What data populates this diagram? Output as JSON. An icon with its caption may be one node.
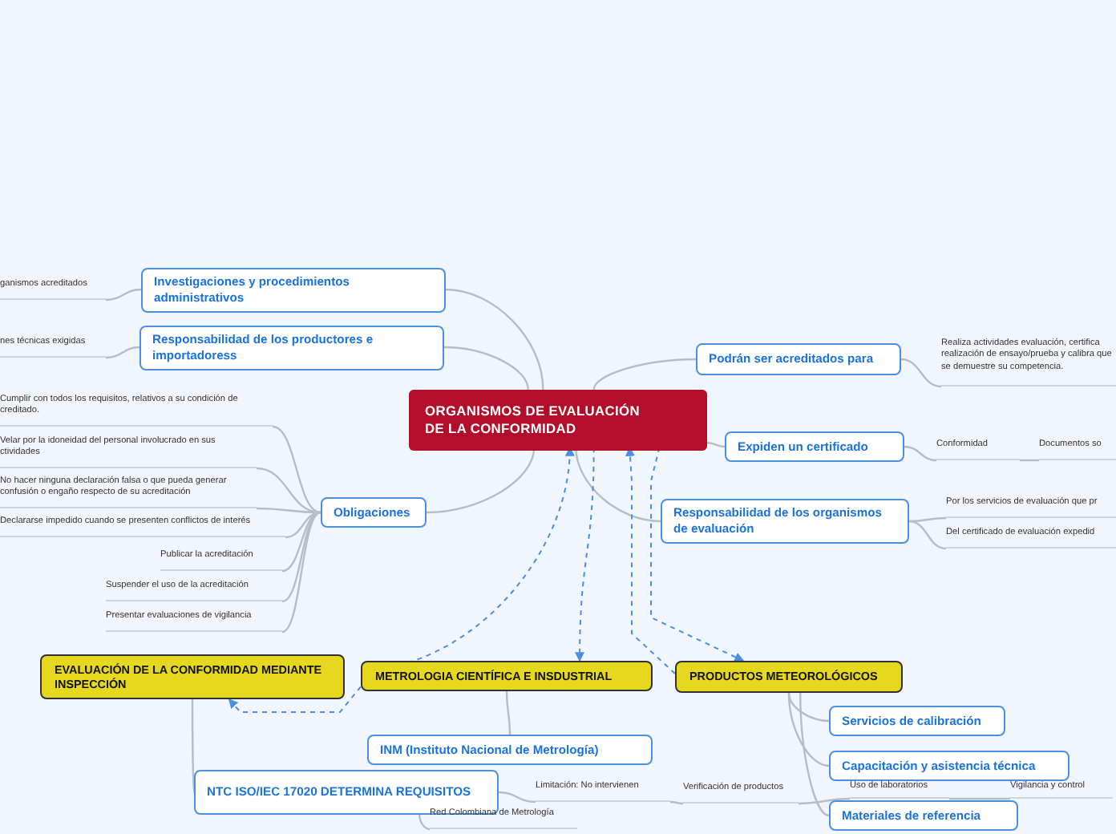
{
  "diagram": {
    "nodes": [
      {
        "text": [
          "ORGANISMOS DE EVALUACIÓN DE LA CONFORMIDAD"
        ]
      },
      {
        "text": [
          "Investigaciones y procedimientos administrativos"
        ]
      },
      {
        "text": [
          "ganismos acreditados"
        ]
      },
      {
        "text": [
          "Responsabilidad de los productores e importadoress"
        ]
      },
      {
        "text": [
          "nes técnicas exigidas"
        ]
      },
      {
        "text": [
          "Obligaciones"
        ]
      },
      {
        "text": [
          "Cumplir con todos los requisitos, relativos a su condición de creditado."
        ]
      },
      {
        "text": [
          "Velar por la idoneidad del personal involucrado en sus ctividades"
        ]
      },
      {
        "text": [
          "No hacer ninguna declaración falsa o que pueda generar confusión o engaño respecto de su acreditación"
        ]
      },
      {
        "text": [
          "Declararse impedido cuando se presenten conflictos de interés"
        ]
      },
      {
        "text": [
          "Publicar la acreditación"
        ]
      },
      {
        "text": [
          "Suspender el uso de la acreditación"
        ]
      },
      {
        "text": [
          "Presentar evaluaciones de vigilancia"
        ]
      },
      {
        "text": [
          "Podrán ser acreditados para"
        ]
      },
      {
        "text": [
          "Realiza actividades evaluación, certifica realización de ensayo/prueba y calibra que se demuestre su competencia."
        ]
      },
      {
        "text": [
          "Expiden un certificado"
        ]
      },
      {
        "text": [
          "Conformidad"
        ]
      },
      {
        "text": [
          "Documentos so"
        ]
      },
      {
        "text": [
          "Responsabilidad de los organismos de evaluación"
        ]
      },
      {
        "text": [
          "Por los servicios de evaluación que pr"
        ]
      },
      {
        "text": [
          "Del certificado de evaluación expedid"
        ]
      },
      {
        "text": [
          "EVALUACIÓN DE LA CONFORMIDAD MEDIANTE INSPECCIÓN"
        ]
      },
      {
        "text": [
          "METROLOGIA CIENTÍFICA E INSDUSTRIAL"
        ]
      },
      {
        "text": [
          "PRODUCTOS METEOROLÓGICOS"
        ]
      },
      {
        "text": [
          "INM (Instituto Nacional de Metrología)"
        ]
      },
      {
        "text": [
          "NTC ISO/IEC 17020 DETERMINA REQUISITOS"
        ]
      },
      {
        "text": [
          "Limitación: No intervienen"
        ]
      },
      {
        "text": [
          "Red Colombiana de Metrología"
        ]
      },
      {
        "text": [
          "Verificación de productos"
        ]
      },
      {
        "text": [
          "Uso de laboratorios"
        ]
      },
      {
        "text": [
          "Vigilancia y control"
        ]
      },
      {
        "text": [
          "Servicios de calibración"
        ]
      },
      {
        "text": [
          "Capacitación y asistencia técnica"
        ]
      },
      {
        "text": [
          "Materiales de referencia"
        ]
      }
    ],
    "edges": [
      {
        "from": 0,
        "to": 1,
        "arrow": "none"
      },
      {
        "from": 0,
        "to": 3,
        "arrow": "none"
      },
      {
        "from": 0,
        "to": 5,
        "arrow": "none"
      },
      {
        "from": 0,
        "to": 13,
        "arrow": "none"
      },
      {
        "from": 0,
        "to": 15,
        "arrow": "none"
      },
      {
        "from": 0,
        "to": 18,
        "arrow": "none"
      },
      {
        "from": 1,
        "to": 2,
        "arrow": "none"
      },
      {
        "from": 3,
        "to": 4,
        "arrow": "none"
      },
      {
        "from": 5,
        "to": 6,
        "arrow": "none"
      },
      {
        "from": 5,
        "to": 7,
        "arrow": "none"
      },
      {
        "from": 5,
        "to": 8,
        "arrow": "none"
      },
      {
        "from": 5,
        "to": 9,
        "arrow": "none"
      },
      {
        "from": 5,
        "to": 10,
        "arrow": "none"
      },
      {
        "from": 5,
        "to": 11,
        "arrow": "none"
      },
      {
        "from": 5,
        "to": 12,
        "arrow": "none"
      },
      {
        "from": 13,
        "to": 14,
        "arrow": "none"
      },
      {
        "from": 15,
        "to": 16,
        "arrow": "none"
      },
      {
        "from": 16,
        "to": 17,
        "arrow": "none"
      },
      {
        "from": 18,
        "to": 19,
        "arrow": "none"
      },
      {
        "from": 18,
        "to": 20,
        "arrow": "none"
      },
      {
        "from": 21,
        "to": 25,
        "arrow": "none"
      },
      {
        "from": 22,
        "to": 24,
        "arrow": "none"
      },
      {
        "from": 23,
        "to": 31,
        "arrow": "none"
      },
      {
        "from": 23,
        "to": 32,
        "arrow": "none"
      },
      {
        "from": 23,
        "to": 33,
        "arrow": "none"
      },
      {
        "from": 25,
        "to": 26,
        "arrow": "none"
      },
      {
        "from": 26,
        "to": 28,
        "arrow": "none"
      },
      {
        "from": 28,
        "to": 29,
        "arrow": "none"
      },
      {
        "from": 29,
        "to": 30,
        "arrow": "none"
      },
      {
        "from": 25,
        "to": 27,
        "arrow": "none"
      },
      {
        "from": 0,
        "to": 22,
        "arrow": "to",
        "style": "dashed",
        "color": "#4a90e2"
      },
      {
        "from": 22,
        "to": 0,
        "arrow": "to",
        "style": "dashed",
        "color": "#4a90e2"
      },
      {
        "from": 22,
        "to": 21,
        "arrow": "to",
        "style": "dashed",
        "color": "#4a90e2"
      },
      {
        "from": 0,
        "to": 23,
        "arrow": "to",
        "style": "dashed",
        "color": "#4a90e2"
      },
      {
        "from": 23,
        "to": 0,
        "arrow": "to",
        "style": "dashed",
        "color": "#4a90e2"
      }
    ]
  }
}
